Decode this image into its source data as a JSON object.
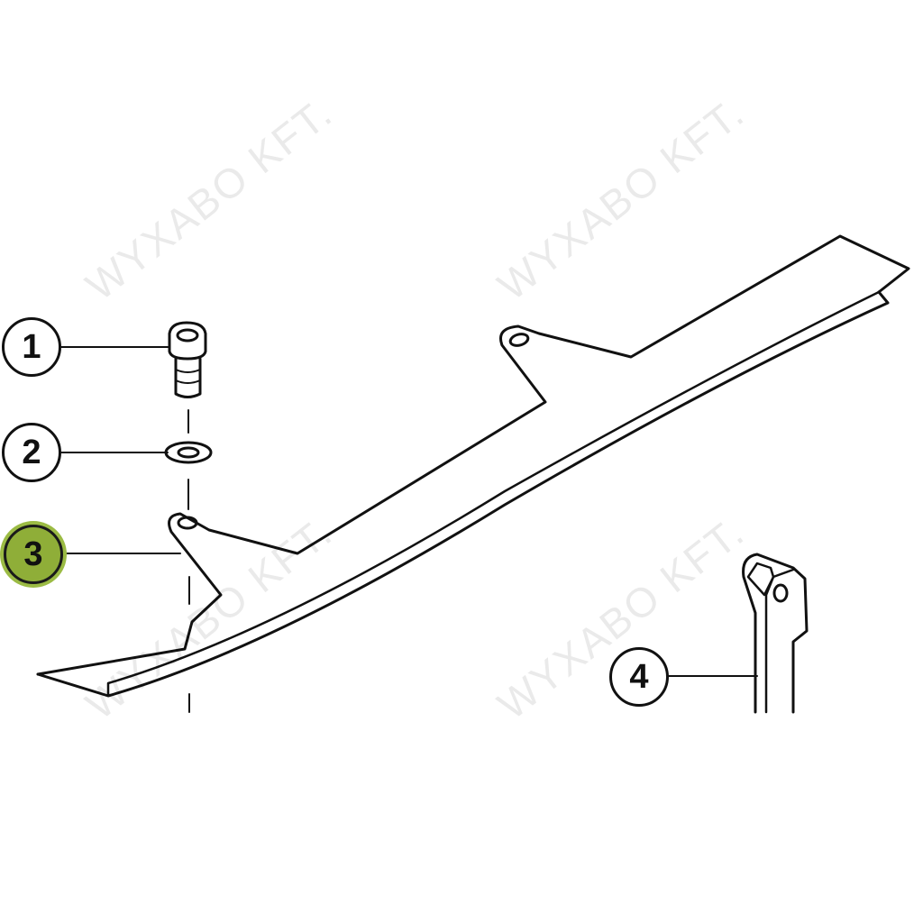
{
  "watermark": "WYXABO KFT.",
  "callouts": [
    {
      "number": "1",
      "part": "screw",
      "highlighted": false
    },
    {
      "number": "2",
      "part": "washer",
      "highlighted": false
    },
    {
      "number": "3",
      "part": "chain-guard",
      "highlighted": true
    },
    {
      "number": "4",
      "part": "swing-arm",
      "highlighted": false
    }
  ],
  "colors": {
    "highlight": "#8fae38",
    "line": "#111111"
  }
}
